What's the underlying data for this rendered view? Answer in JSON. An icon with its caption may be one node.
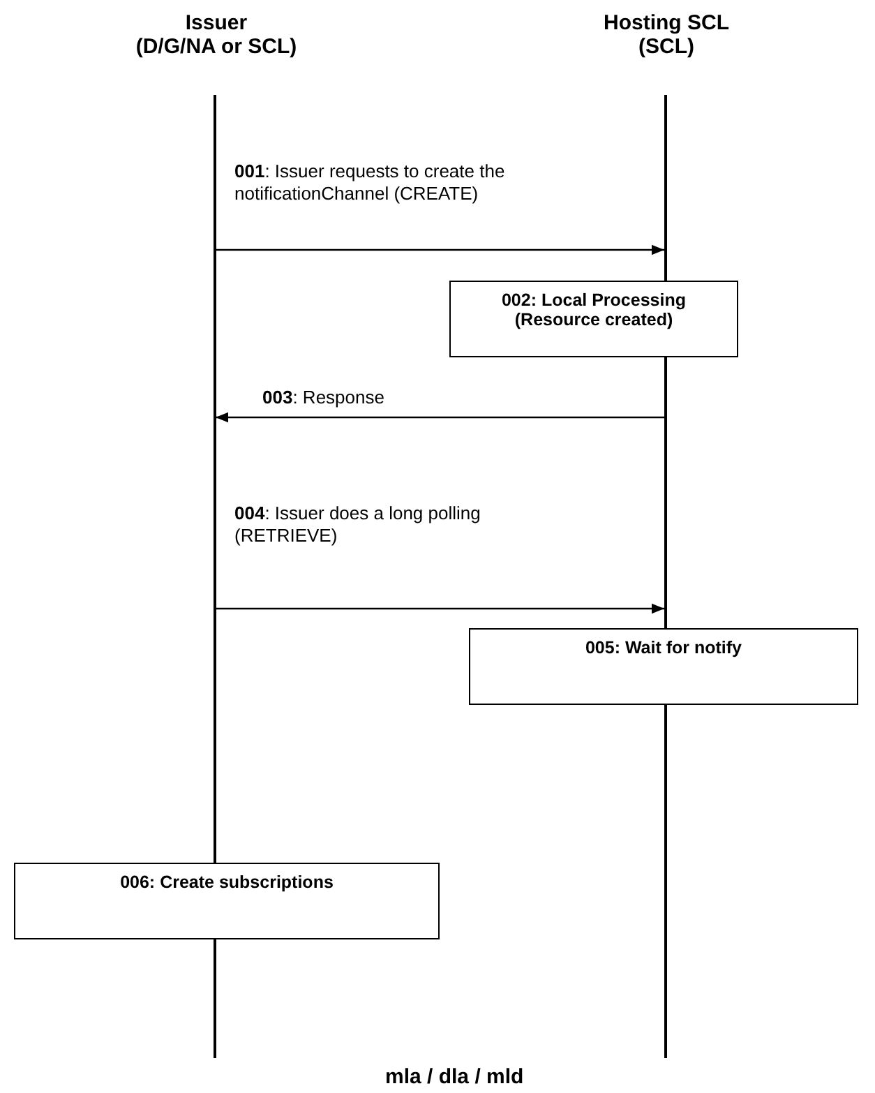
{
  "diagram": {
    "nodes": [
      {
        "text": [
          "Issuer",
          "(D/G/NA or SCL)"
        ]
      },
      {
        "text": [
          "Hosting SCL",
          "(SCL)"
        ]
      },
      {
        "text": [],
        "shape": "bar"
      },
      {
        "text": [],
        "shape": "bar"
      },
      {
        "text": [
          "002: Local Processing (Resource created)"
        ]
      },
      {
        "text": [
          "005: Wait for notify"
        ]
      },
      {
        "text": [
          "006: Create subscriptions"
        ]
      }
    ],
    "edges": [
      {
        "from": 2,
        "to": 3,
        "arrow": "to",
        "label": "**001**: Issuer requests to create the notificationChannel (CREATE)"
      },
      {
        "from": 3,
        "to": 2,
        "arrow": "to",
        "label": "**003**: Response"
      },
      {
        "from": 2,
        "to": 3,
        "arrow": "to",
        "label": "**004**: Issuer does a long polling (RETRIEVE)"
      }
    ],
    "labels": [
      "mla / dla / mld"
    ]
  }
}
